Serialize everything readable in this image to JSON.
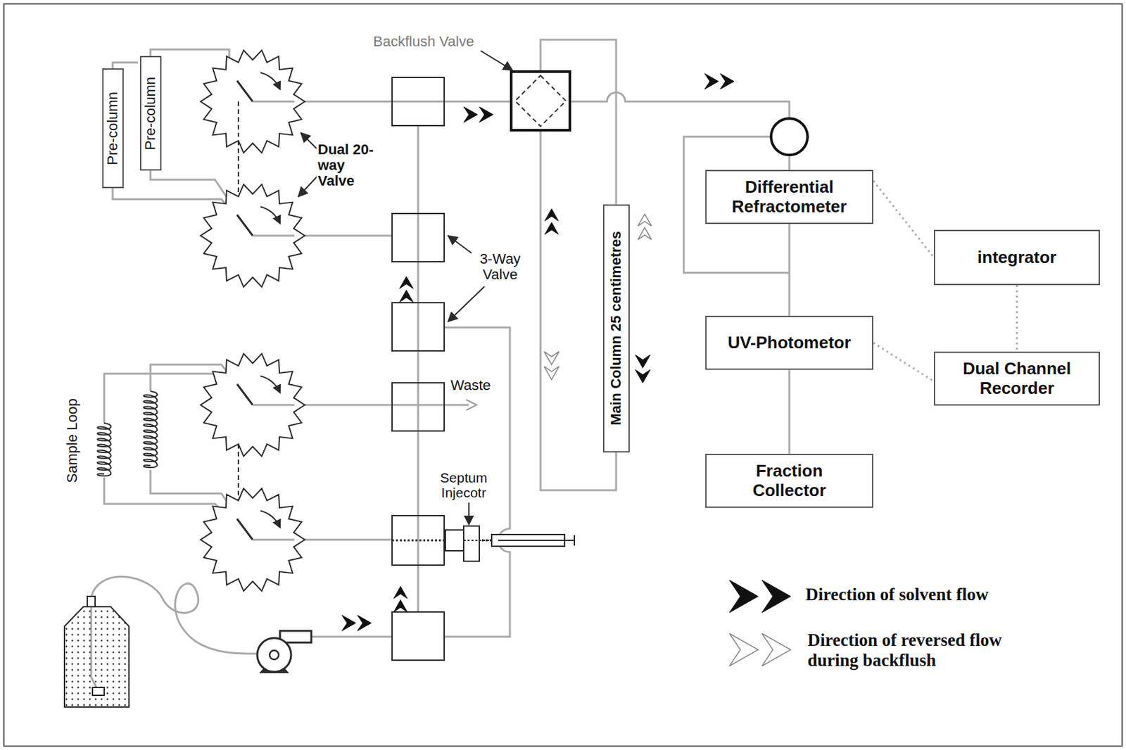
{
  "diagram": {
    "nodes": [
      {
        "text": [
          "Pre-column"
        ]
      },
      {
        "text": [
          "Pre-column"
        ]
      },
      {
        "text": [
          "Main Column 25 centimetres"
        ]
      },
      {
        "text": [
          "Differential Refractometer"
        ]
      },
      {
        "text": [
          "integrator"
        ]
      },
      {
        "text": [
          "UV-Photometor"
        ]
      },
      {
        "text": [
          "Dual Channel Recorder"
        ]
      },
      {
        "text": [
          "Fraction Collector"
        ]
      }
    ],
    "edges": [
      {
        "from": 3,
        "to": 5,
        "arrow": "none"
      },
      {
        "from": 5,
        "to": 7,
        "arrow": "none"
      },
      {
        "from": 3,
        "to": 4,
        "arrow": "none"
      },
      {
        "from": 5,
        "to": 6,
        "arrow": "none"
      },
      {
        "from": 4,
        "to": 6,
        "arrow": "none"
      }
    ],
    "labels": [
      "Backflush Valve",
      "Dual 20-way Valve",
      "3-Way Valve",
      "Waste",
      "Sample Loop",
      "Septum Injecotr"
    ],
    "legend": [
      {
        "text": "Direction of solvent flow"
      },
      {
        "text": "Direction of reversed flow during backflush"
      }
    ]
  }
}
